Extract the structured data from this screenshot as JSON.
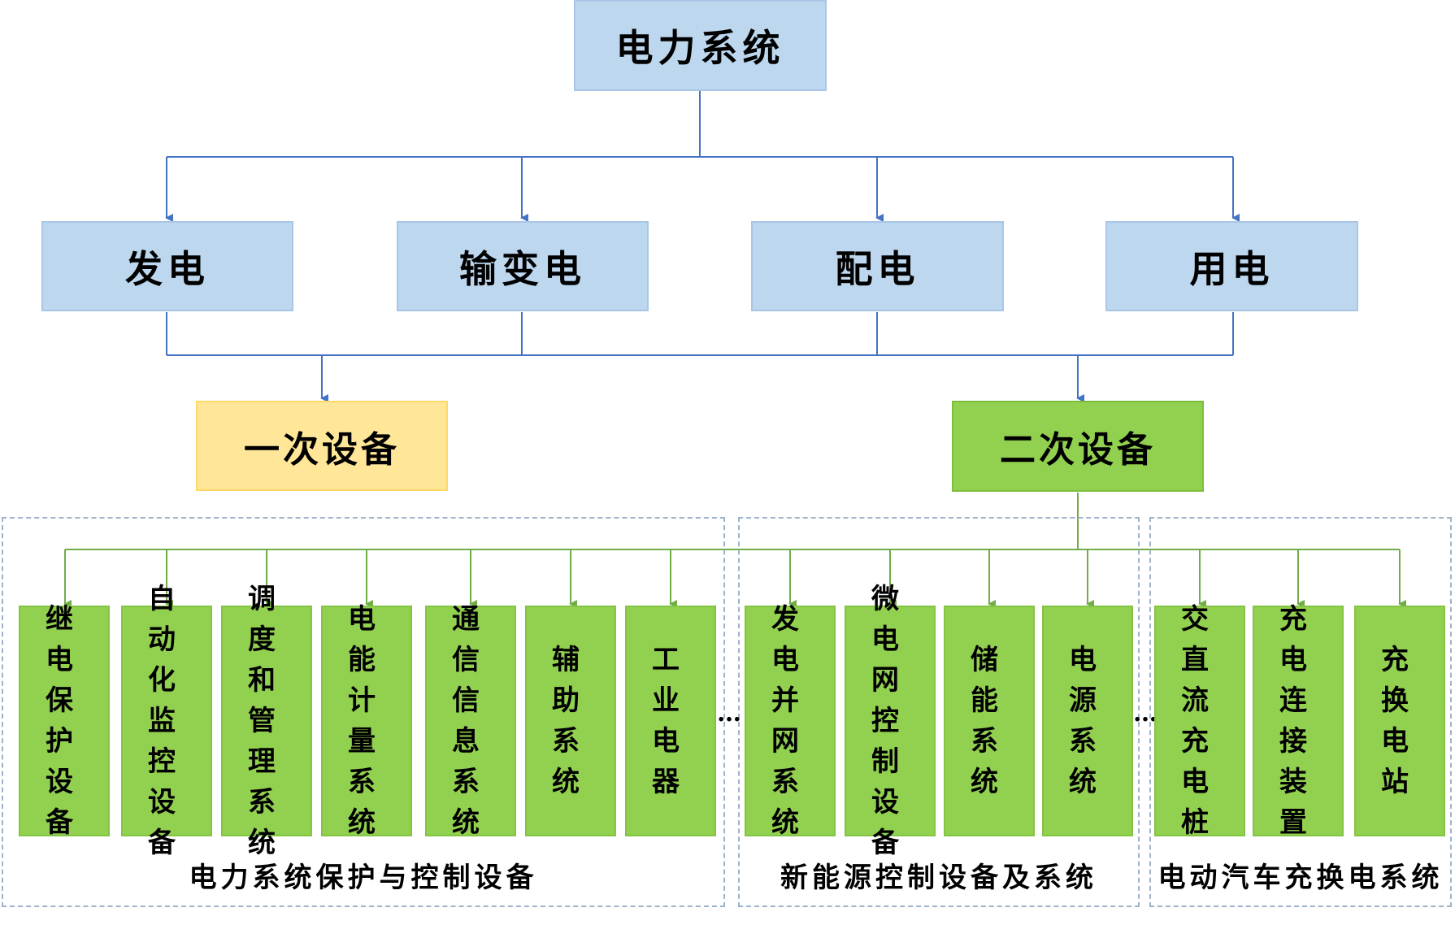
{
  "root": "电力系统",
  "stages": [
    "发电",
    "输变电",
    "配电",
    "用电"
  ],
  "primary": "一次设备",
  "secondary": "二次设备",
  "groups": [
    {
      "label": "电力系统保护与控制设备",
      "items": [
        "继电保护设备",
        "自动化监控设备",
        "调度和管理系统",
        "电能计量系统",
        "通信信息系统",
        "辅助系统",
        "工业电器"
      ]
    },
    {
      "label": "新能源控制设备及系统",
      "items": [
        "发电并网系统",
        "微电网控制设备",
        "储能系统",
        "电源系统"
      ]
    },
    {
      "label": "电动汽车充换电系统",
      "items": [
        "交直流充电桩",
        "充电连接装置",
        "充换电站"
      ]
    }
  ],
  "ellipsis": "…",
  "colors": {
    "blue": "#bdd7ee",
    "yellow": "#ffe699",
    "green": "#92d050",
    "line_blue": "#4472c4",
    "line_green": "#70ad47"
  }
}
